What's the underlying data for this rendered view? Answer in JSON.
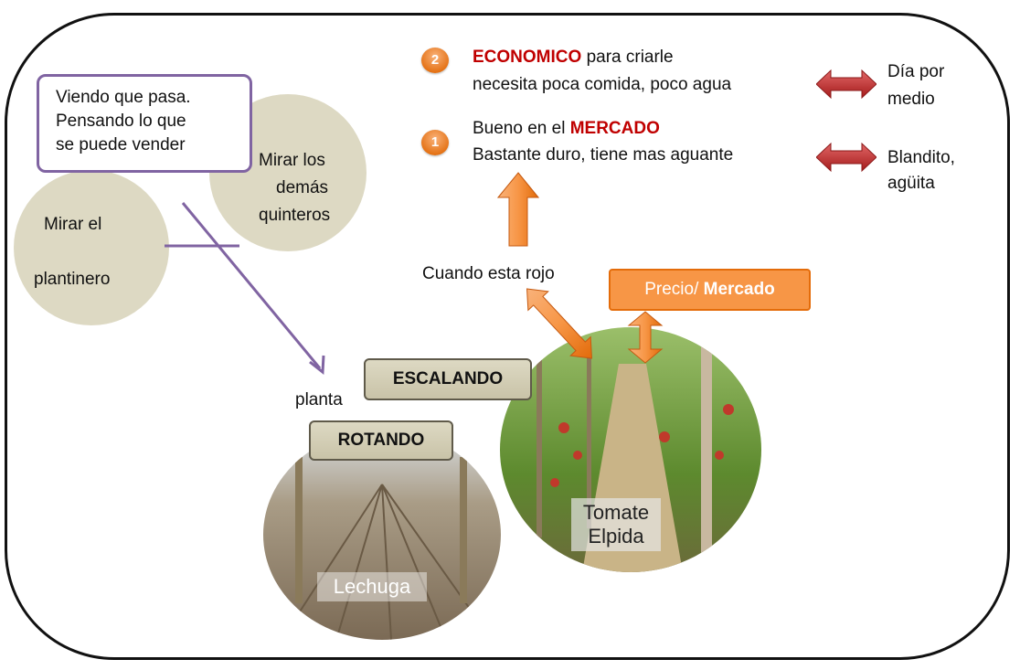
{
  "callout": {
    "line1": "Viendo que pasa.",
    "line2": "Pensando lo que",
    "line3": "se puede vender"
  },
  "bubbles": {
    "plantinero_line1": "Mirar el",
    "plantinero_line2": "plantinero",
    "quinteros_line1": "Mirar los",
    "quinteros_line2": "demás",
    "quinteros_line3": "quinteros"
  },
  "criteria": {
    "item2": {
      "number": "2",
      "highlight": "ECONOMICO",
      "rest_line1": "para criarle",
      "line2": "necesita poca comida, poco agua",
      "contrast_line1": "Día por",
      "contrast_line2": "medio"
    },
    "item1": {
      "number": "1",
      "prefix": "Bueno en el",
      "highlight": "MERCADO",
      "line2": "Bastante duro, tiene mas aguante",
      "contrast_line1": "Blandito,",
      "contrast_line2": "agüita"
    }
  },
  "cuando": "Cuando esta rojo",
  "precio": {
    "text": "Precio/",
    "bold": "Mercado"
  },
  "planta": "planta",
  "tags": {
    "escalando": "ESCALANDO",
    "rotando": "ROTANDO"
  },
  "photos": {
    "lechuga": "Lechuga",
    "tomate_line1": "Tomate",
    "tomate_line2": "Elpida"
  },
  "colors": {
    "accent_red": "#c00000",
    "orange": "#f79646",
    "purple": "#8064a2",
    "bubble": "#ddd9c3"
  }
}
